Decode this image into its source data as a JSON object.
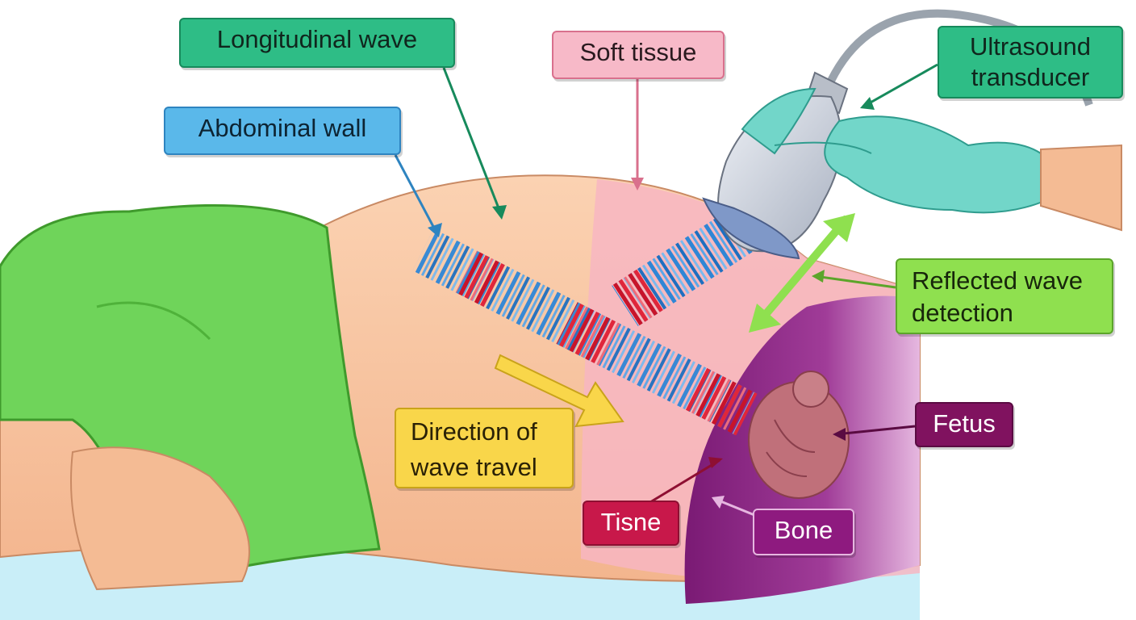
{
  "labels": {
    "longitudinal_wave": "Longitudinal wave",
    "soft_tissue": "Soft tissue",
    "abdominal_wall": "Abdominal wall",
    "ultrasound_transducer_line1": "Ultrasound",
    "ultrasound_transducer_line2": "transducer",
    "reflected_wave_line1": "Reflected wave",
    "reflected_wave_line2": "detection",
    "direction_line1": "Direction of",
    "direction_line2": "wave travel",
    "fetus": "Fetus",
    "tisne": "Tisne",
    "bone": "Bone"
  },
  "colors": {
    "skin": "#f8c7a3",
    "soft_tissue": "#f7b6c2",
    "uterus": "#9b2f8f",
    "clothing": "#6fd45a",
    "glove": "#72d6c9",
    "wave_blue": "#2f86d6",
    "wave_red": "#e0263a",
    "bed": "#c9eef8"
  }
}
